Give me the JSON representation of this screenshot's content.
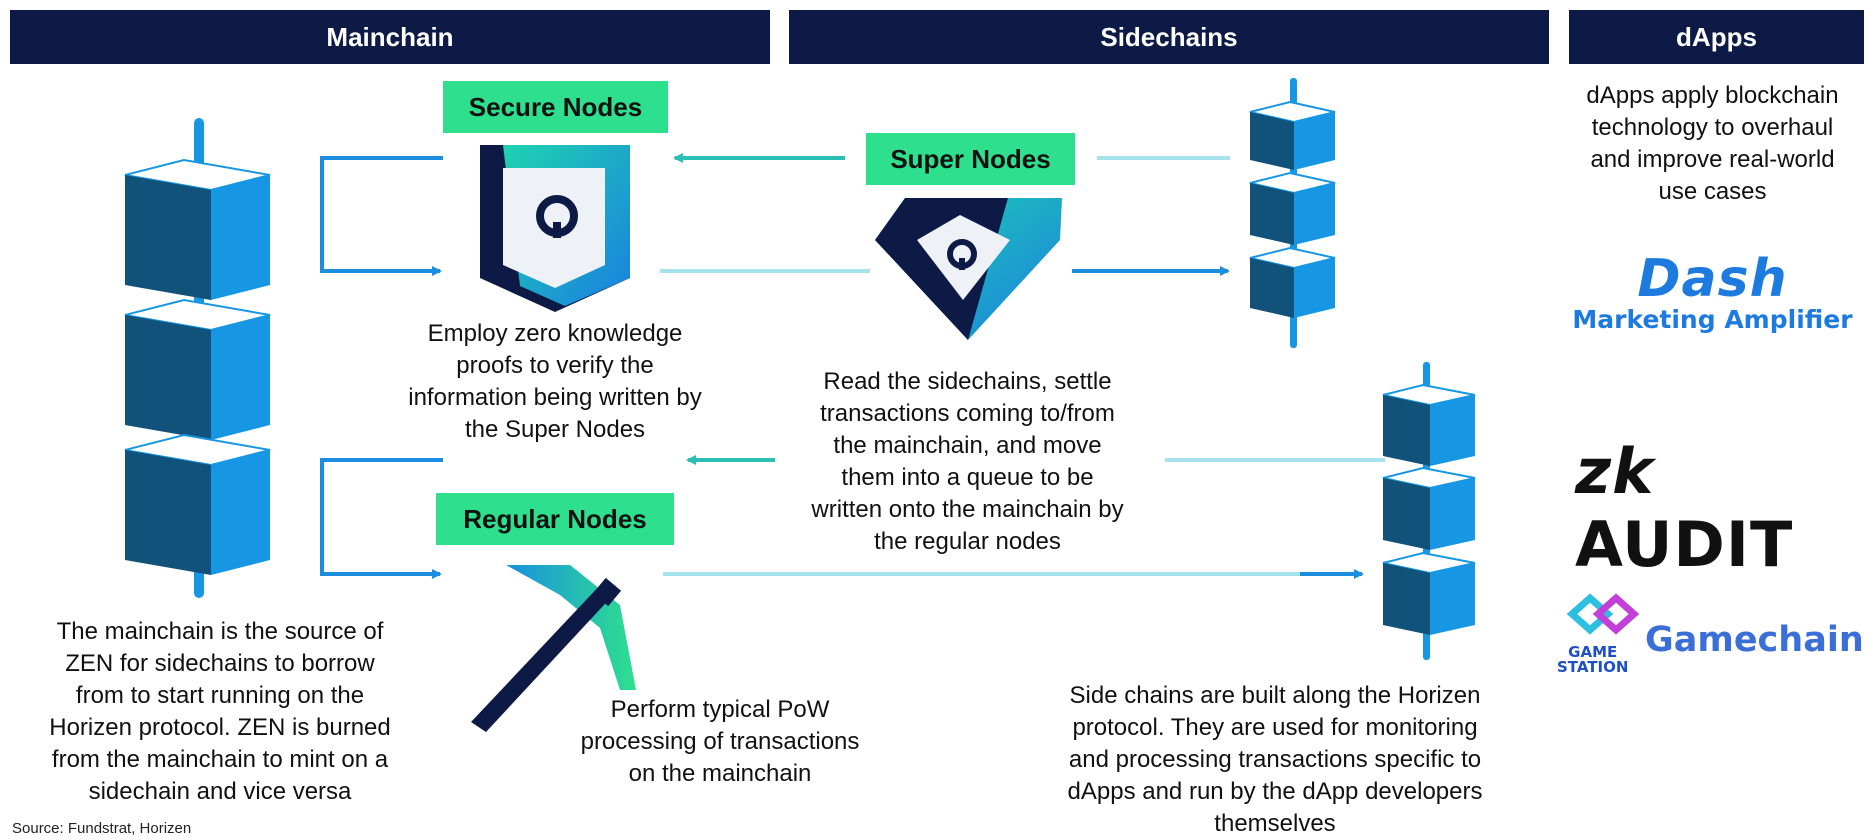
{
  "headers": {
    "mainchain": "Mainchain",
    "sidechains": "Sidechains",
    "dapps": "dApps"
  },
  "nodes": {
    "secure": {
      "label": "Secure Nodes",
      "description": "Employ zero knowledge proofs to verify the information being written by the Super Nodes",
      "description_lines": [
        "Employ zero knowledge",
        "proofs to verify the",
        "information being written by",
        "the Super Nodes"
      ]
    },
    "super": {
      "label": "Super Nodes",
      "description_lines": [
        "Read the sidechains, settle",
        "transactions coming to/from",
        "the mainchain, and move",
        "them into a queue to be",
        "written onto the mainchain by",
        "the regular nodes"
      ]
    },
    "regular": {
      "label": "Regular Nodes",
      "description_lines": [
        "Perform typical PoW",
        "processing of transactions",
        "on the mainchain"
      ]
    }
  },
  "mainchain_text_lines": [
    "The mainchain is the source of",
    "ZEN for sidechains to borrow",
    "from to start running on the",
    "Horizen protocol. ZEN is burned",
    "from the mainchain to mint on a",
    "sidechain and vice versa"
  ],
  "sidechain_text_lines": [
    "Side chains are built along the Horizen",
    "protocol. They are used for monitoring",
    "and processing transactions specific to",
    "dApps and run by the dApp developers",
    "themselves"
  ],
  "dapps_text_lines": [
    "dApps apply blockchain",
    "technology to overhaul",
    "and improve real-world",
    "use cases"
  ],
  "logos": {
    "dash": {
      "word": "Dash",
      "subtitle": "Marketing Amplifier"
    },
    "zkaudit": {
      "text": "AUDIT",
      "mark": "zk"
    },
    "gamechain": {
      "text": "Gamechain",
      "station_line1": "GAME",
      "station_line2": "STATION"
    }
  },
  "source": "Source: Fundstrat, Horizen",
  "colors": {
    "header_bg": "#0c1a45",
    "node_label_bg": "#2ee08e",
    "block_dark": "#11527a",
    "block_light": "#1797e3",
    "arrow_blue": "#1a8fe0",
    "arrow_teal": "#2bbfb3",
    "line_light": "#a6e3ec"
  },
  "icons": [
    "shield-icon",
    "diamond-icon",
    "pickaxe-icon",
    "blockchain-icon"
  ]
}
